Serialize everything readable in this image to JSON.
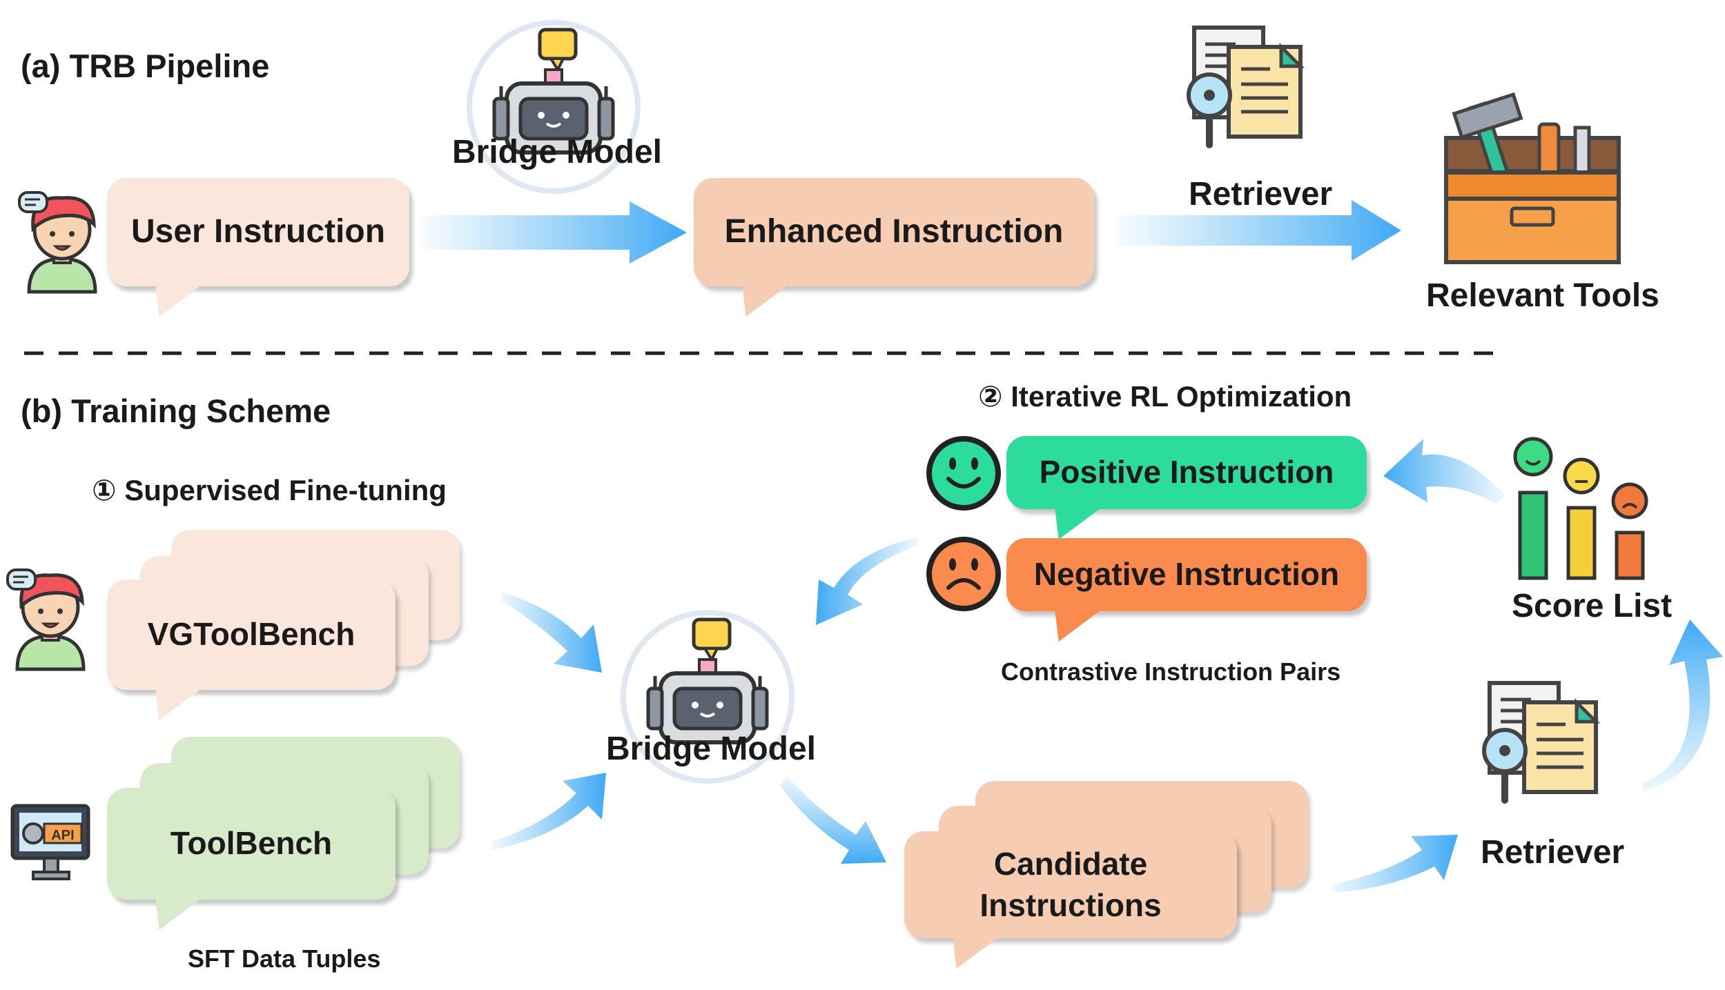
{
  "pipeline": {
    "title": "(a) TRB Pipeline",
    "bridge_model": "Bridge Model",
    "user_instruction": "User Instruction",
    "enhanced_instruction": "Enhanced Instruction",
    "retriever": "Retriever",
    "relevant_tools": "Relevant Tools"
  },
  "training": {
    "title": "(b) Training Scheme",
    "sft_title": "① Supervised Fine-tuning",
    "rl_title": "② Iterative RL Optimization",
    "vgtoolbench": "VGToolBench",
    "toolbench": "ToolBench",
    "sft_caption": "SFT Data Tuples",
    "bridge_model": "Bridge Model",
    "positive_instruction": "Positive Instruction",
    "negative_instruction": "Negative Instruction",
    "contrastive_caption": "Contrastive Instruction Pairs",
    "score_list": "Score List",
    "candidate_instructions": "Candidate Instructions",
    "retriever": "Retriever",
    "api_badge": "API"
  },
  "icons": [
    "user-icon",
    "robot-icon",
    "retriever-icon",
    "toolbox-icon",
    "computer-api-icon",
    "happy-face-icon",
    "sad-face-icon",
    "score-bars-icon"
  ],
  "colors": {
    "peach": "#fbe6db",
    "salmon": "#f6cdb3",
    "light_green": "#d7ebcb",
    "positive": "#2cdc9c",
    "negative": "#fb8a4f",
    "arrow_blue": "#5bb8f0"
  }
}
